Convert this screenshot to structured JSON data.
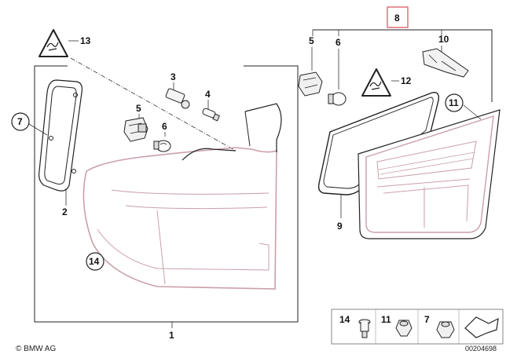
{
  "parts": {
    "p1": "1",
    "p2": "2",
    "p3": "3",
    "p4": "4",
    "p5a": "5",
    "p5b": "5",
    "p6a": "6",
    "p6b": "6",
    "p7": "7",
    "p8": "8",
    "p9": "9",
    "p10": "10",
    "p11": "11",
    "p12": "12",
    "p13": "13",
    "p14": "14"
  },
  "legend": {
    "i14": "14",
    "i11": "11",
    "i7": "7"
  },
  "footer": {
    "brand": "© BMW AG",
    "code": "00204698"
  },
  "colors": {
    "highlight_box": "#e0707a",
    "lamp_outline": "#c9a0a8",
    "line": "#222222"
  }
}
